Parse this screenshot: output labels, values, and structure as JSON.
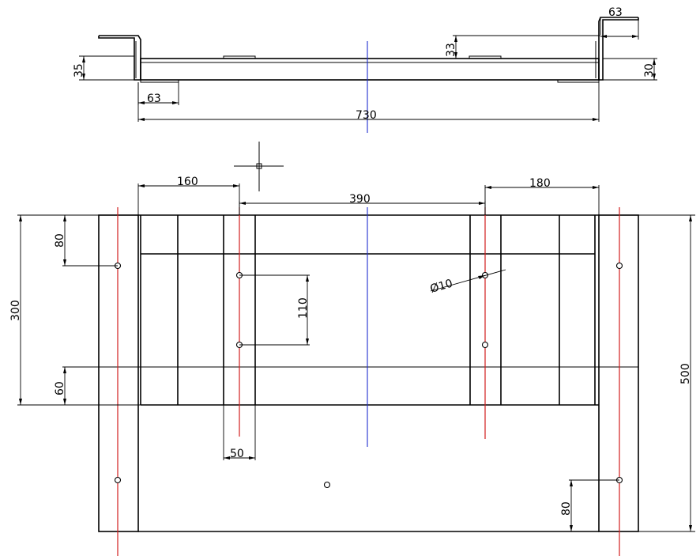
{
  "dimensions": {
    "top_flange_right": "63",
    "right_offset_33": "33",
    "left_height_35": "35",
    "right_height_30": "30",
    "left_flange": "63",
    "overall_width": "730",
    "left_span": "160",
    "center_span": "390",
    "right_span": "180",
    "top_offset_80": "80",
    "frame_height": "300",
    "hole_pitch": "110",
    "bottom_offset_60": "60",
    "hole_diameter": "Ø10",
    "slot_width": "50",
    "overall_height": "500",
    "bottom_hole_offset": "80"
  }
}
